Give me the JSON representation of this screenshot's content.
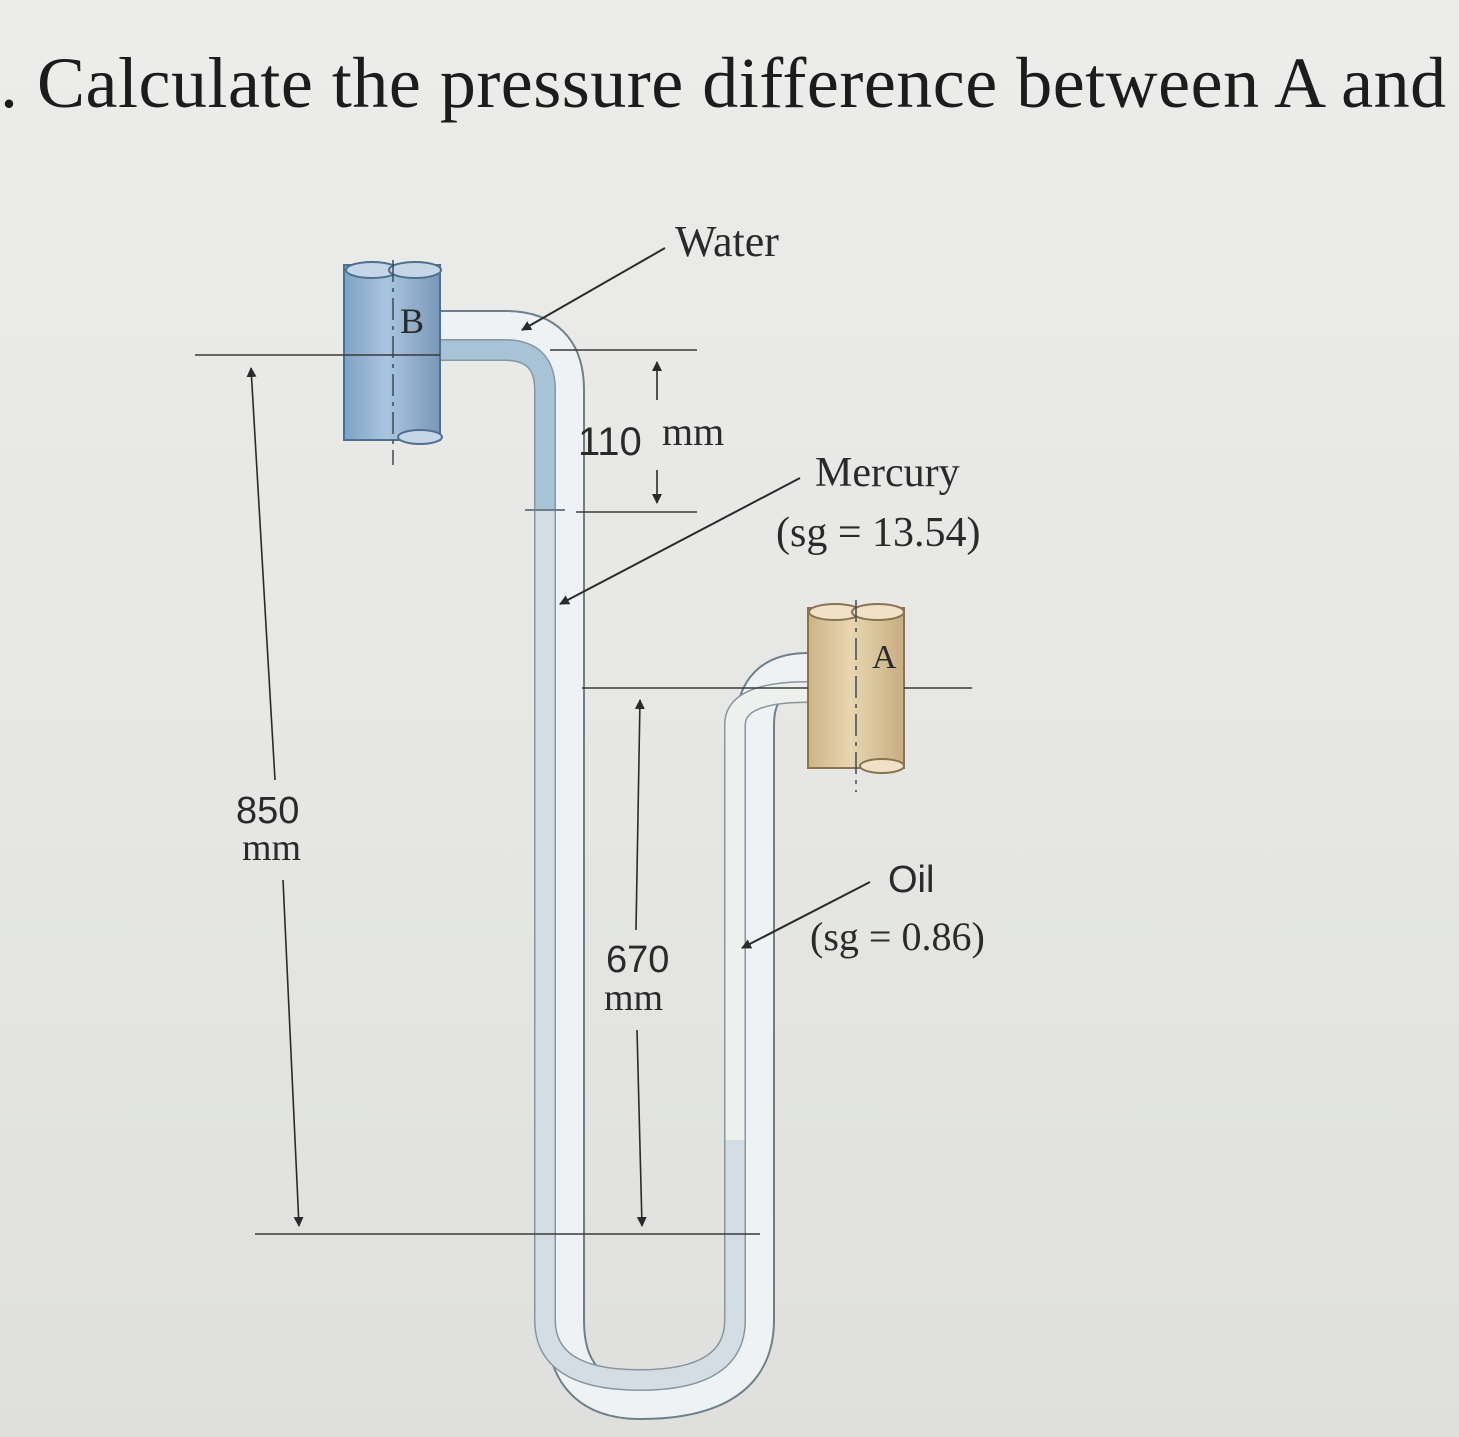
{
  "question": {
    "text": ". Calculate the pressure difference between A and B ("
  },
  "diagram": {
    "pipe_b_label": "B",
    "pipe_a_label": "A",
    "fluids": {
      "water": {
        "label": "Water",
        "color": "#a8c2d6"
      },
      "mercury": {
        "label": "Mercury",
        "sg_text": "(sg = 13.54)",
        "color": "#c9d5dc"
      },
      "oil": {
        "label": "Oil",
        "sg_text": "(sg = 0.86)"
      }
    },
    "pipe_b_color": "#8fb0cf",
    "pipe_a_color": "#dcc79e",
    "dimensions": {
      "d110": {
        "value": "110",
        "unit": "mm"
      },
      "d850": {
        "value": "850",
        "unit": "mm"
      },
      "d670": {
        "value": "670",
        "unit": "mm"
      }
    }
  }
}
